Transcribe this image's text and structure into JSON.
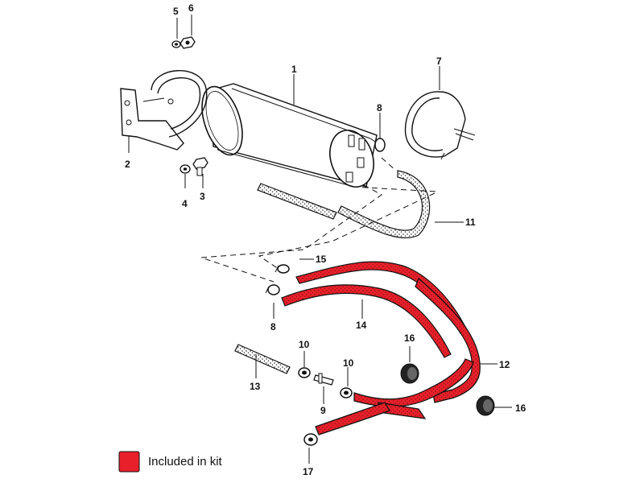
{
  "callouts": {
    "p1": "1",
    "p2": "2",
    "p3": "3",
    "p4": "4",
    "p5": "5",
    "p6": "6",
    "p7": "7",
    "p8a": "8",
    "p8b": "8",
    "p9": "9",
    "p10a": "10",
    "p10b": "10",
    "p11": "11",
    "p12": "12",
    "p13": "13",
    "p14": "14",
    "p15": "15",
    "p16a": "16",
    "p16b": "16",
    "p17": "17"
  },
  "legend": {
    "label": "Included in kit",
    "swatch_color": "#e8202a"
  },
  "colors": {
    "kit_red": "#e8202a",
    "outline": "#111111"
  }
}
